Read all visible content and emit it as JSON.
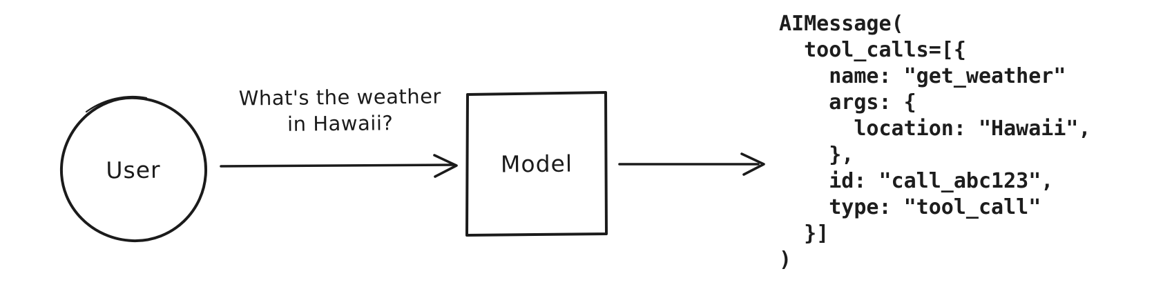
{
  "diagram": {
    "user_node": {
      "label": "User"
    },
    "model_node": {
      "label": "Model"
    },
    "request_message": {
      "line1": "What's the weather",
      "line2": "in Hawaii?"
    },
    "output_code": {
      "lines": [
        "AIMessage(",
        "  tool_calls=[{",
        "    name: \"get_weather\"",
        "    args: {",
        "      location: \"Hawaii\",",
        "    },",
        "    id: \"call_abc123\",",
        "    type: \"tool_call\"",
        "  }]",
        ")"
      ]
    },
    "colors": {
      "ink": "#1b1b1b",
      "background": "#ffffff"
    }
  }
}
